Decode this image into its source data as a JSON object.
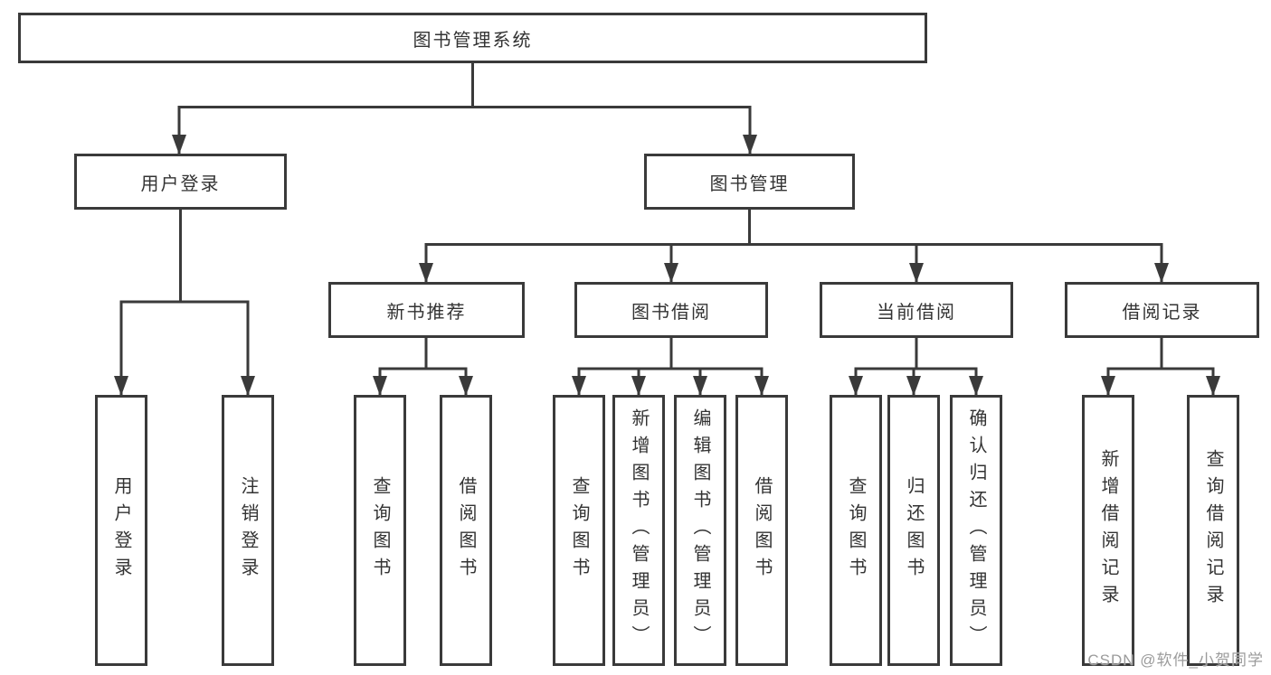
{
  "colors": {
    "line": "#3a3a3a",
    "text": "#333333",
    "watermark": "#9b9b9b",
    "background": "#ffffff"
  },
  "diagram": {
    "title": "图书管理系统",
    "level2": {
      "user_login": "用户登录",
      "book_mgmt": "图书管理"
    },
    "level3": {
      "new_book_rec": "新书推荐",
      "book_borrow": "图书借阅",
      "current_borrow": "当前借阅",
      "borrow_records": "借阅记录"
    },
    "leaves": {
      "user_login": "用户登录",
      "logout": "注销登录",
      "nb_query_books": "查询图书",
      "nb_borrow_books": "借阅图书",
      "bb_query_books": "查询图书",
      "bb_add_books_admin": "新增图书（管理员）",
      "bb_edit_books_admin": "编辑图书（管理员）",
      "bb_borrow_books": "借阅图书",
      "cb_query_books": "查询图书",
      "cb_return_books": "归还图书",
      "cb_confirm_return_admin": "确认归还（管理员）",
      "br_add_record": "新增借阅记录",
      "br_query_record": "查询借阅记录"
    }
  },
  "watermark": "CSDN @软件_小贺同学"
}
